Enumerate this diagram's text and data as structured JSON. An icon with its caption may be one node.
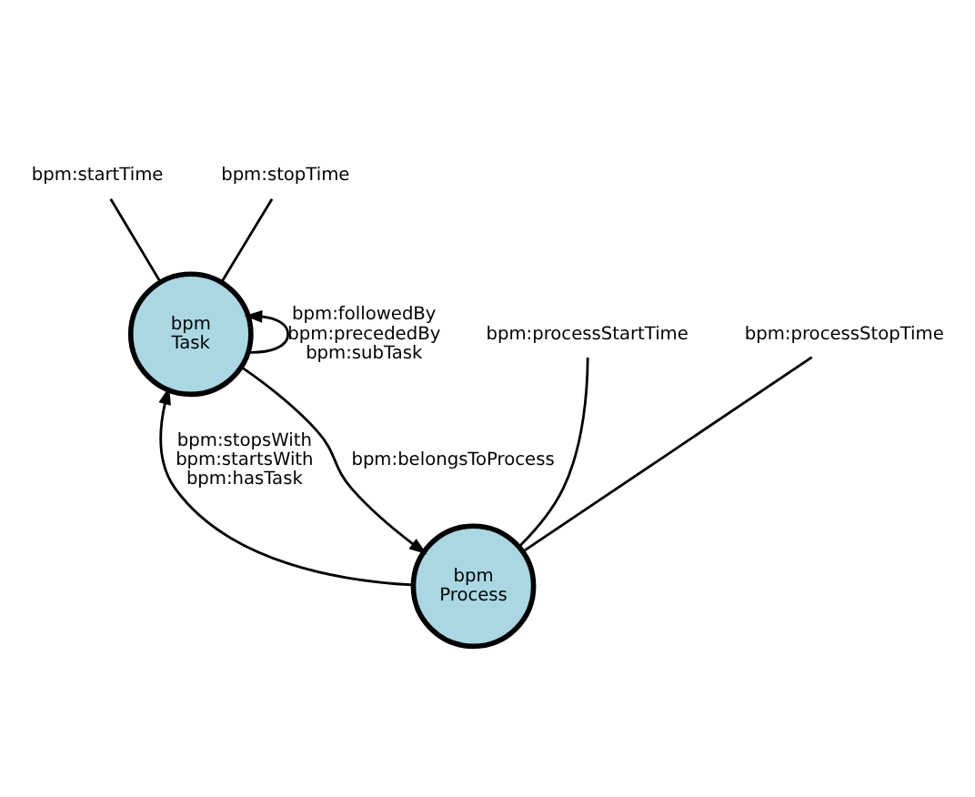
{
  "diagram": {
    "nodes": [
      {
        "text": [
          "bpm Process"
        ]
      },
      {
        "text": [
          "bpm Task"
        ]
      },
      {
        "text": [
          "bpm:processStartTime"
        ]
      },
      {
        "text": [
          "bpm:processStopTime"
        ]
      },
      {
        "text": [
          "bpm:startTime"
        ]
      },
      {
        "text": [
          "bpm:stopTime"
        ]
      }
    ],
    "edges": [
      {
        "from": 0,
        "to": 2,
        "arrow": "none"
      },
      {
        "from": 0,
        "to": 3,
        "arrow": "none"
      },
      {
        "from": 0,
        "to": 1,
        "arrow": "to",
        "label": "bpm:stopsWith bpm:startsWith bpm:hasTask"
      },
      {
        "from": 1,
        "to": 0,
        "arrow": "to",
        "label": "bpm:belongsToProcess"
      },
      {
        "from": 1,
        "to": 1,
        "arrow": "to",
        "label": "bpm:followedBy bpm:precededBy bpm:subTask"
      },
      {
        "from": 1,
        "to": 4,
        "arrow": "none"
      },
      {
        "from": 1,
        "to": 5,
        "arrow": "none"
      }
    ]
  }
}
